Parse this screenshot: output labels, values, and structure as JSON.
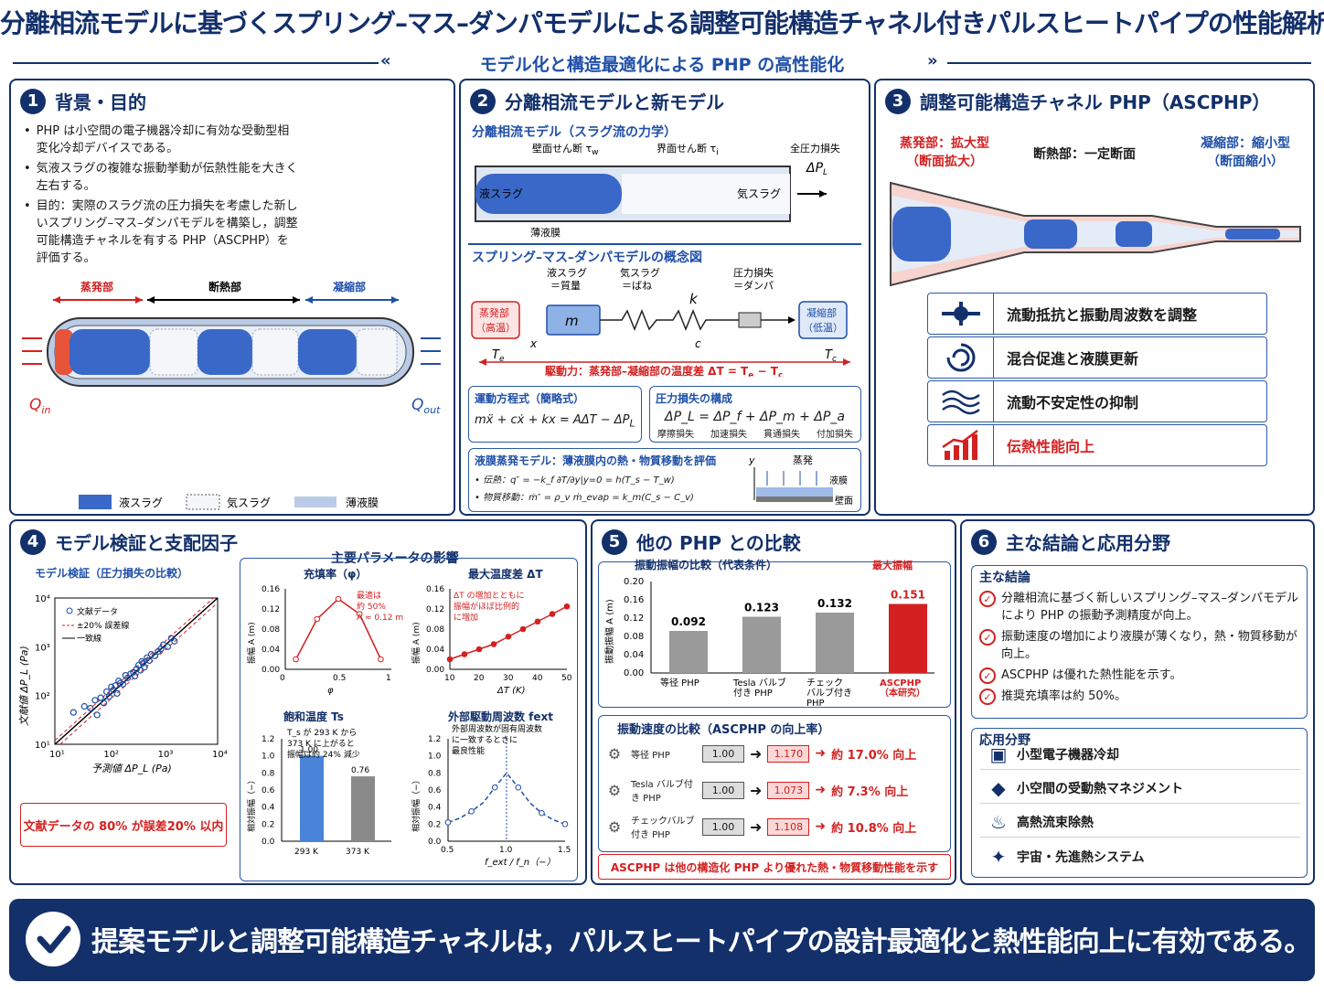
{
  "title": "分離相流モデルに基づくスプリング–マス–ダンパモデルによる調整可能構造チャネル付きパルスヒートパイプの性能解析",
  "subtitle": "モデル化と構造最適化による PHP の高性能化",
  "p1": {
    "num": "1",
    "heading": "背景・目的",
    "bullets": [
      "PHP は小空間の電子機器冷却に有効な受動型相変化冷却デバイスである。",
      "気液スラグの複雑な振動挙動が伝熱性能を大きく左右する。",
      "目的：実際のスラグ流の圧力損失を考慮した新しいスプリング–マス–ダンパモデルを構築し，調整可能構造チャネルを有する PHP（ASCPHP）を評価する。"
    ],
    "evap": "蒸発部",
    "adia": "断熱部",
    "cond": "凝縮部",
    "qin": "Q",
    "qin_sub": "in",
    "qout": "Q",
    "qout_sub": "out",
    "legend": [
      "液スラグ",
      "気スラグ",
      "薄液膜"
    ]
  },
  "p2": {
    "num": "2",
    "heading": "分離相流モデルと新モデル",
    "sep_title": "分離相流モデル（スラグ流の力学）",
    "wall_shear": "壁面せん断 τ",
    "wall_sub": "w",
    "int_shear": "界面せん断 τ",
    "int_sub": "i",
    "total_loss": "全圧力損失",
    "dpl": "ΔP",
    "dpl_sub": "L",
    "liquid": "液スラグ",
    "vapor": "気スラグ",
    "film": "薄液膜",
    "smd_title": "スプリング–マス–ダンパモデルの概念図",
    "smd_liq": "液スラグ",
    "smd_liq2": "＝質量",
    "smd_vap": "気スラグ",
    "smd_vap2": "＝ばね",
    "smd_k": "k",
    "smd_loss": "圧力損失",
    "smd_loss2": "＝ダンパ",
    "evap_box": "蒸発部",
    "evap_box2": "（高温）",
    "cond_box": "凝縮部",
    "cond_box2": "（低温）",
    "m": "m",
    "x": "x",
    "c": "c",
    "te": "T",
    "te_sub": "e",
    "tc": "T",
    "tc_sub": "c",
    "drive": "駆動力：蒸発部–凝縮部の温度差 ΔT = T",
    "drive_e": "e",
    "drive_mid": " − T",
    "drive_c": "c",
    "eom_title": "運動方程式（簡略式）",
    "eom": "mẍ + cẋ + kx = AΔT − ΔP",
    "eom_sub": "L",
    "pl_title": "圧力損失の構成",
    "pl_eq": "ΔP_L = ΔP_f + ΔP_m + ΔP_a",
    "pl_terms": [
      "摩擦損失",
      "加速損失",
      "貫通損失",
      "付加損失"
    ],
    "film_title": "液膜蒸発モデル：薄液膜内の熱・物質移動を評価",
    "heat": "• 伝熱：q″ = −k_f ∂T/∂y|y=0 = h(T_s − T_w)",
    "mass": "• 物質移動：ṁ″ = ρ_v ṁ_evap = k_m(C_s − C_v)",
    "fig_y": "y",
    "fig_evap": "蒸発",
    "fig_film": "液膜",
    "fig_wall": "壁面"
  },
  "p3": {
    "num": "3",
    "heading": "調整可能構造チャネル PHP（ASCPHP）",
    "evap": "蒸発部：拡大型",
    "evap2": "（断面拡大）",
    "adia": "断熱部：一定断面",
    "cond": "凝縮部：縮小型",
    "cond2": "（断面縮小）",
    "features": [
      {
        "icon": "flow-control-icon",
        "label": "流動抵抗と振動周波数を調整"
      },
      {
        "icon": "swirl-icon",
        "label": "混合促進と液膜更新"
      },
      {
        "icon": "wave-icon",
        "label": "流動不安定性の抑制"
      },
      {
        "icon": "chart-up-icon",
        "label": "伝熱性能向上"
      }
    ]
  },
  "p4": {
    "num": "4",
    "heading": "モデル検証と支配因子",
    "val_title": "モデル検証（圧力損失の比較）",
    "legend": [
      "文献データ",
      "±20% 誤差線",
      "一致線"
    ],
    "xlabel": "予測値 ΔP_L (Pa)",
    "ylabel": "文献値 ΔP_L (Pa)",
    "note": "文献データの 80% が誤差20% 以内",
    "param_title": "主要パラメータの影響",
    "fill_title": "充填率（φ）",
    "fill_note": [
      "最適は",
      "約 50%",
      "A ≈ 0.12 m"
    ],
    "dt_title": "最大温度差 ΔT",
    "dt_note": [
      "ΔT の増加とともに",
      "振幅がほぼ比例的",
      "に増加"
    ],
    "ts_title": "飽和温度 T",
    "ts_sub": "s",
    "ts_note": [
      "T_s が 293 K から",
      "373 K に上がると",
      "振幅は約 24% 減少"
    ],
    "fx_title": "外部駆動周波数 f",
    "fx_sub": "ext",
    "fx_note": [
      "外部周波数が固有周波数",
      "に一致するときに",
      "最良性能"
    ],
    "amp_label": "振幅 A (m)",
    "rel_label": "相対振幅（−）",
    "ratio_label": "f_ext / f_n（−）",
    "dt_label": "ΔT (K)",
    "phi_label": "φ"
  },
  "p5": {
    "num": "5",
    "heading": "他の PHP との比較",
    "amp_title": "振動振幅の比較（代表条件）",
    "max_label": "最大振幅",
    "ylabel": "振動振幅 A (m)",
    "speed_title": "振動速度の比較（ASCPHP の向上率）",
    "rows": [
      {
        "name": "等径 PHP",
        "base": "1.00",
        "val": "1.170",
        "gain": "約 17.0% 向上"
      },
      {
        "name": "Tesla バルブ付き PHP",
        "base": "1.00",
        "val": "1.073",
        "gain": "約 7.3% 向上"
      },
      {
        "name": "チェックバルブ付き PHP",
        "base": "1.00",
        "val": "1.108",
        "gain": "約 10.8% 向上"
      }
    ],
    "note": "ASCPHP は他の構造化 PHP より優れた熱・物質移動性能を示す"
  },
  "p6": {
    "num": "6",
    "heading": "主な結論と応用分野",
    "concl_title": "主な結論",
    "conclusions": [
      "分離相流に基づく新しいスプリング–マス–ダンパモデルにより PHP の振動予測精度が向上。",
      "振動速度の増加により液膜が薄くなり，熱・物質移動が向上。",
      "ASCPHP は優れた熱性能を示す。",
      "推奨充填率は約 50%。"
    ],
    "app_title": "応用分野",
    "apps": [
      {
        "icon": "chip-icon",
        "label": "小型電子機器冷却"
      },
      {
        "icon": "cube-icon",
        "label": "小空間の受動熱マネジメント"
      },
      {
        "icon": "flame-icon",
        "label": "高熱流束除熱"
      },
      {
        "icon": "satellite-icon",
        "label": "宇宙・先進熱システム"
      }
    ]
  },
  "bottom": "提案モデルと調整可能構造チャネルは，パルスヒートパイプの設計最適化と熱性能向上に有効である。",
  "chart_data": [
    {
      "type": "scatter",
      "title": "モデル検証（圧力損失の比較）",
      "xlabel": "予測値 ΔP_L (Pa)",
      "ylabel": "文献値 ΔP_L (Pa)",
      "xlim": [
        10,
        10000
      ],
      "ylim": [
        10,
        10000
      ],
      "scale": "log",
      "series": [
        {
          "name": "文献データ",
          "x": [
            22,
            35,
            45,
            55,
            60,
            70,
            80,
            90,
            100,
            110,
            120,
            130,
            140,
            150,
            160,
            180,
            200,
            220,
            250,
            280,
            300,
            320,
            350,
            380,
            400,
            420,
            450,
            500,
            550,
            600,
            700,
            800,
            900,
            1000,
            1200,
            1400,
            1600
          ],
          "y": [
            45,
            60,
            55,
            80,
            40,
            90,
            70,
            120,
            95,
            150,
            130,
            160,
            110,
            200,
            180,
            170,
            260,
            230,
            280,
            300,
            250,
            350,
            420,
            330,
            500,
            460,
            380,
            600,
            520,
            700,
            650,
            800,
            900,
            1100,
            1000,
            1500,
            1300
          ]
        },
        {
          "name": "±20% 誤差線"
        },
        {
          "name": "一致線"
        }
      ]
    },
    {
      "type": "line",
      "title": "充填率（φ）",
      "xlabel": "φ",
      "ylabel": "振幅 A (m)",
      "xlim": [
        0,
        1.0
      ],
      "ylim": [
        0,
        0.16
      ],
      "x": [
        0.1,
        0.3,
        0.5,
        0.7,
        0.9
      ],
      "y": [
        0.02,
        0.1,
        0.14,
        0.11,
        0.02
      ]
    },
    {
      "type": "line",
      "title": "最大温度差 ΔT",
      "xlabel": "ΔT (K)",
      "ylabel": "振幅 A (m)",
      "xlim": [
        10,
        50
      ],
      "ylim": [
        0,
        0.16
      ],
      "x": [
        10,
        15,
        20,
        25,
        30,
        35,
        40,
        45,
        50
      ],
      "y": [
        0.02,
        0.03,
        0.04,
        0.05,
        0.065,
        0.08,
        0.095,
        0.11,
        0.125
      ]
    },
    {
      "type": "bar",
      "title": "飽和温度 T_s",
      "ylabel": "相対振幅（−）",
      "ylim": [
        0,
        1.2
      ],
      "categories": [
        "293 K",
        "373 K"
      ],
      "values": [
        1.0,
        0.76
      ]
    },
    {
      "type": "line",
      "title": "外部駆動周波数 f_ext",
      "xlabel": "f_ext / f_n（−）",
      "ylabel": "相対振幅（−）",
      "xlim": [
        0.5,
        1.5
      ],
      "ylim": [
        0,
        1.2
      ],
      "x": [
        0.5,
        0.6,
        0.7,
        0.8,
        0.9,
        1.0,
        1.1,
        1.2,
        1.3,
        1.4,
        1.5
      ],
      "y": [
        0.22,
        0.27,
        0.35,
        0.45,
        0.63,
        0.8,
        0.63,
        0.45,
        0.33,
        0.25,
        0.2
      ]
    },
    {
      "type": "bar",
      "title": "振動振幅の比較（代表条件）",
      "ylabel": "振動振幅 A (m)",
      "ylim": [
        0,
        0.2
      ],
      "categories": [
        "等径 PHP",
        "Tesla バルブ付き PHP",
        "チェックバルブ付き PHP",
        "ASCPHP（本研究）"
      ],
      "values": [
        0.092,
        0.123,
        0.132,
        0.151
      ],
      "colors": [
        "#9a9a9a",
        "#9a9a9a",
        "#9a9a9a",
        "#d42020"
      ]
    }
  ]
}
